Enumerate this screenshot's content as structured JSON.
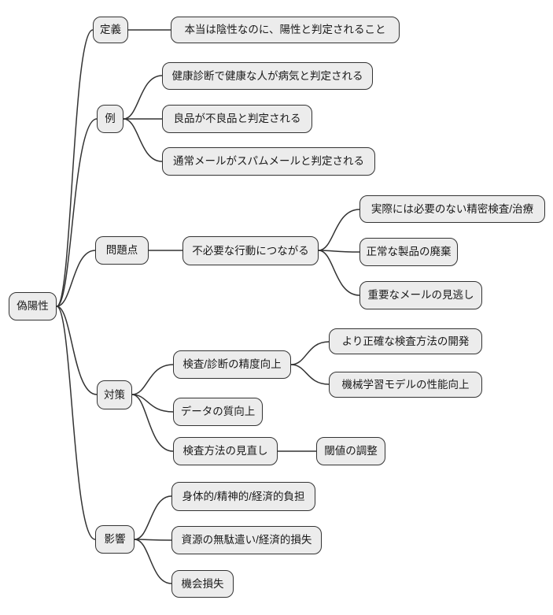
{
  "diagram": {
    "type": "mindmap",
    "root": {
      "label": "偽陽性"
    },
    "branches": [
      {
        "label": "定義",
        "children": [
          {
            "label": "本当は陰性なのに、陽性と判定されること"
          }
        ]
      },
      {
        "label": "例",
        "children": [
          {
            "label": "健康診断で健康な人が病気と判定される"
          },
          {
            "label": "良品が不良品と判定される"
          },
          {
            "label": "通常メールがスパムメールと判定される"
          }
        ]
      },
      {
        "label": "問題点",
        "children": [
          {
            "label": "不必要な行動につながる",
            "children": [
              {
                "label": "実際には必要のない精密検査/治療"
              },
              {
                "label": "正常な製品の廃棄"
              },
              {
                "label": "重要なメールの見逃し"
              }
            ]
          }
        ]
      },
      {
        "label": "対策",
        "children": [
          {
            "label": "検査/診断の精度向上",
            "children": [
              {
                "label": "より正確な検査方法の開発"
              },
              {
                "label": "機械学習モデルの性能向上"
              }
            ]
          },
          {
            "label": "データの質向上"
          },
          {
            "label": "検査方法の見直し",
            "children": [
              {
                "label": "閾値の調整"
              }
            ]
          }
        ]
      },
      {
        "label": "影響",
        "children": [
          {
            "label": "身体的/精神的/経済的負担"
          },
          {
            "label": "資源の無駄遣い/経済的損失"
          },
          {
            "label": "機会損失"
          }
        ]
      }
    ],
    "colors": {
      "node_fill": "#ececec",
      "node_border": "#333333",
      "edge": "#333333",
      "background": "#ffffff",
      "text": "#1a1a1a"
    }
  }
}
